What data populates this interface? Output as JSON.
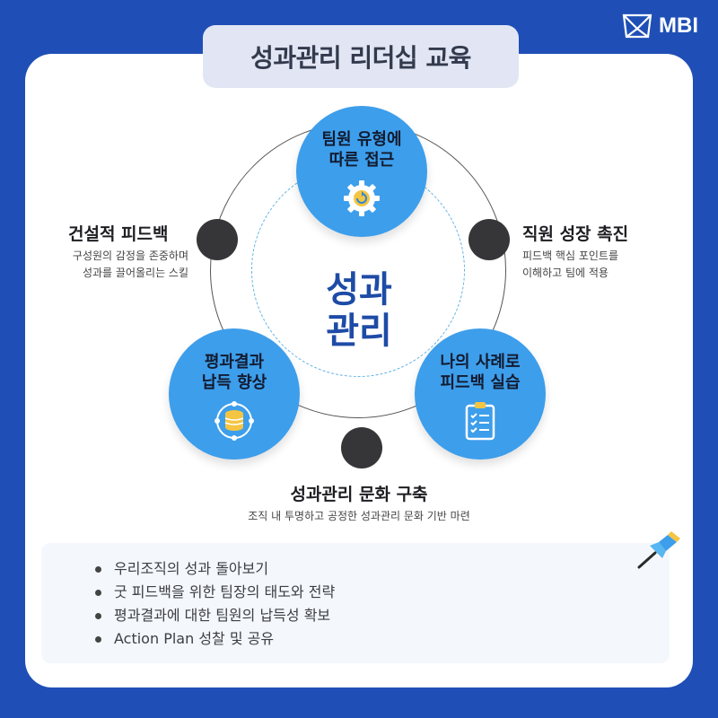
{
  "brand": {
    "logo_text": "MBI"
  },
  "title": "성과관리 리더십 교육",
  "center": {
    "line1": "성과",
    "line2": "관리"
  },
  "bubbles": {
    "top": {
      "line1": "팀원 유형에",
      "line2": "따른 접근",
      "icon": "gear-icon"
    },
    "left": {
      "line1": "평과결과",
      "line2": "납득 향상",
      "icon": "database-cycle-icon"
    },
    "right": {
      "line1": "나의 사례로",
      "line2": "피드백 실습",
      "icon": "checklist-icon"
    }
  },
  "points": {
    "left": {
      "title": "건설적 피드백",
      "desc1": "구성원의 감정을 존중하며",
      "desc2": "성과를 끌어올리는 스킬"
    },
    "right": {
      "title": "직원 성장 촉진",
      "desc1": "피드백 핵심 포인트를",
      "desc2": "이해하고 팀에 적용"
    },
    "bottom": {
      "title": "성과관리 문화 구축",
      "desc": "조직 내 투명하고 공정한 성과관리 문화 기반 마련"
    }
  },
  "bullets": [
    "우리조직의 성과 돌아보기",
    "굿 피드백을 위한 팀장의 태도와 전략",
    "평과결과에 대한 팀원의 납득성 확보",
    "Action Plan 성찰 및 공유"
  ],
  "colors": {
    "background": "#1f4fb6",
    "bubble": "#3d9eeb",
    "center_text": "#1e4ba6",
    "dot": "#363639",
    "title_pill": "#e2e6f4"
  }
}
